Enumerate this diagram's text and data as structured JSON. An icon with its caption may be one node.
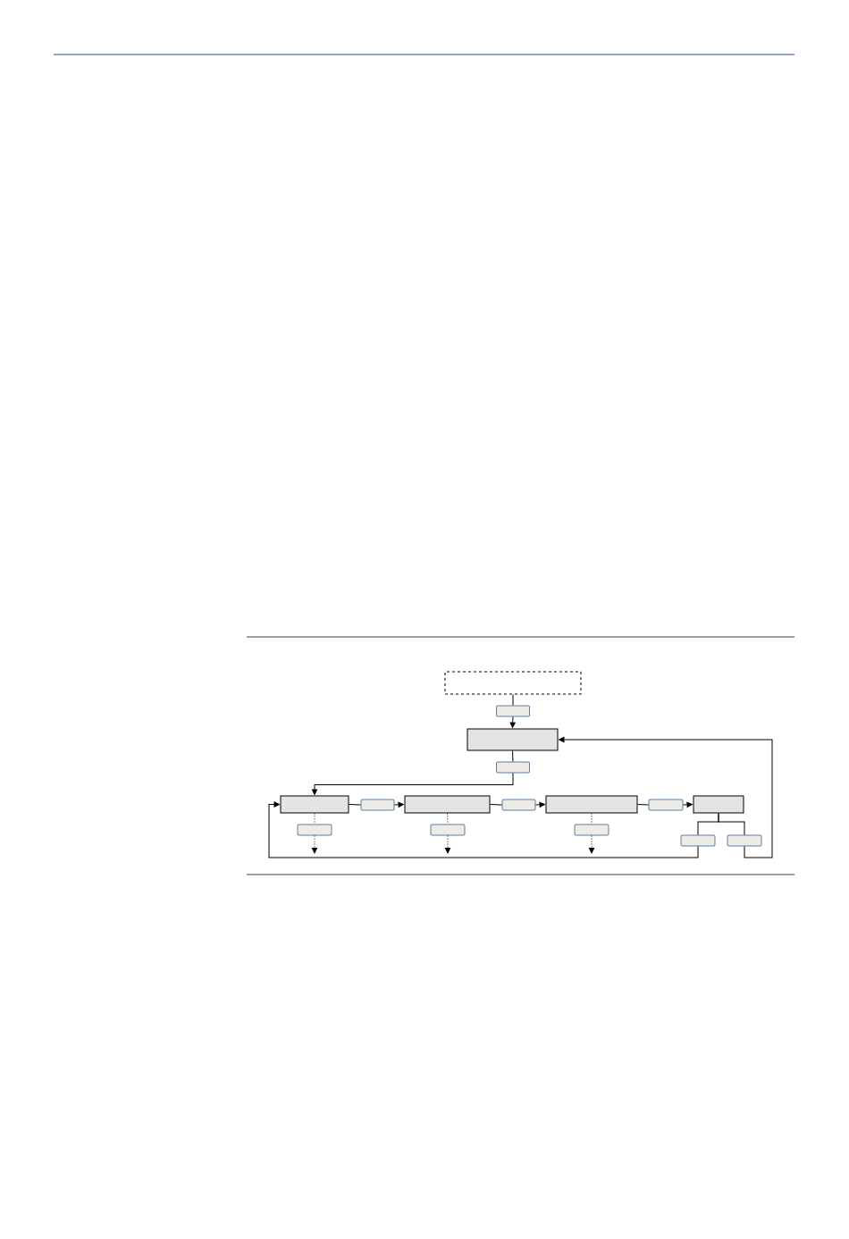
{
  "diagram": {
    "nodes": [
      {
        "text": [],
        "shape": "box"
      },
      {
        "text": [],
        "shape": "box"
      },
      {
        "text": [],
        "shape": "box"
      },
      {
        "text": [],
        "shape": "box"
      },
      {
        "text": [],
        "shape": "box"
      },
      {
        "text": [],
        "shape": "box"
      },
      {
        "text": [],
        "shape": "box"
      },
      {
        "text": [],
        "shape": "box"
      },
      {
        "text": [],
        "shape": "box"
      },
      {
        "text": [],
        "shape": "box"
      },
      {
        "text": [],
        "shape": "box"
      },
      {
        "text": [],
        "shape": "box"
      },
      {
        "text": [],
        "shape": "box"
      },
      {
        "text": [],
        "shape": "box"
      },
      {
        "text": [],
        "shape": "box"
      },
      {
        "text": [],
        "shape": "box"
      }
    ],
    "edges": [
      {
        "from": 0,
        "to": 1,
        "arrow": "none"
      },
      {
        "from": 1,
        "to": 2,
        "arrow": "to"
      },
      {
        "from": 2,
        "to": 3,
        "arrow": "none"
      },
      {
        "from": 3,
        "to": 4,
        "arrow": "to"
      },
      {
        "from": 4,
        "to": 5,
        "arrow": "none"
      },
      {
        "from": 5,
        "to": 6,
        "arrow": "to"
      },
      {
        "from": 6,
        "to": 7,
        "arrow": "none"
      },
      {
        "from": 7,
        "to": 8,
        "arrow": "to"
      },
      {
        "from": 8,
        "to": 9,
        "arrow": "none"
      },
      {
        "from": 9,
        "to": 10,
        "arrow": "to"
      },
      {
        "from": 10,
        "to": 14,
        "arrow": "none"
      },
      {
        "from": 10,
        "to": 15,
        "arrow": "none"
      },
      {
        "from": 14,
        "to": 4,
        "arrow": "to"
      },
      {
        "from": 15,
        "to": 2,
        "arrow": "to"
      },
      {
        "from": 4,
        "to": 11,
        "arrow": "none",
        "style": "dashed"
      },
      {
        "from": 11,
        "to": null,
        "arrow": "to",
        "style": "dashed"
      },
      {
        "from": 6,
        "to": 12,
        "arrow": "none",
        "style": "dashed"
      },
      {
        "from": 12,
        "to": null,
        "arrow": "to",
        "style": "dashed"
      },
      {
        "from": 8,
        "to": 13,
        "arrow": "none",
        "style": "dashed"
      },
      {
        "from": 13,
        "to": null,
        "arrow": "to",
        "style": "dashed"
      }
    ]
  }
}
